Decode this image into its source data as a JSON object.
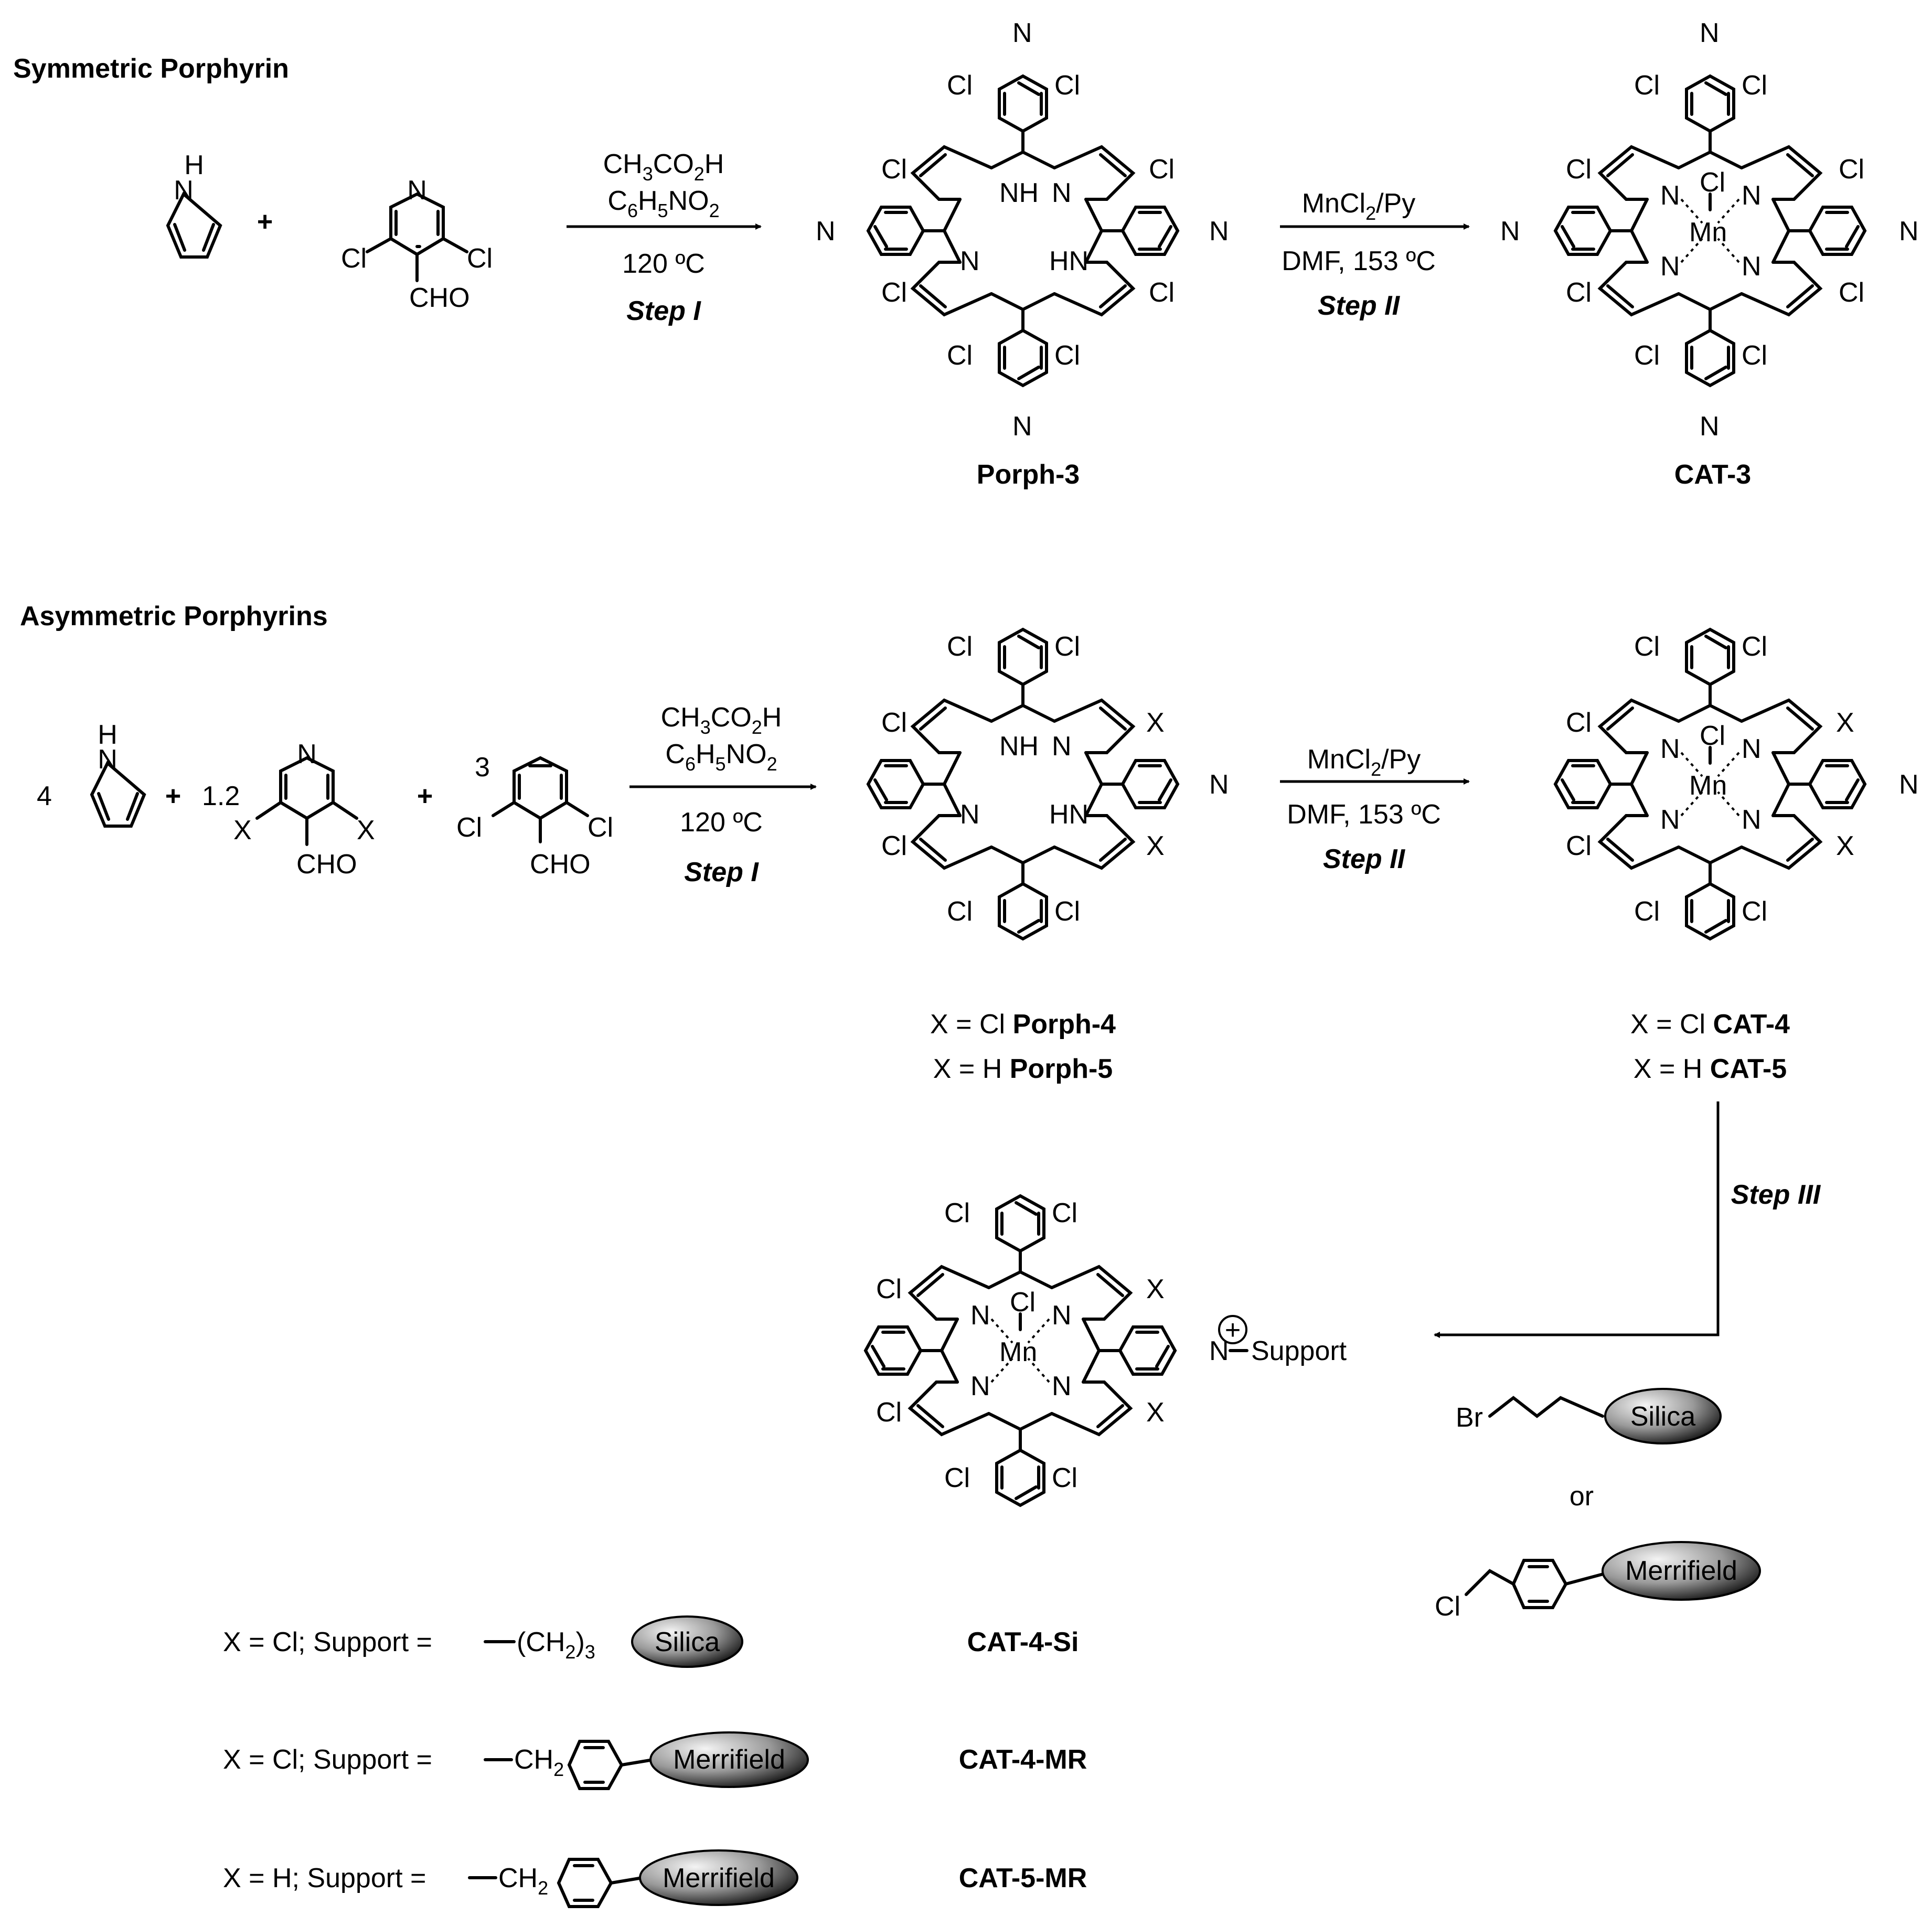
{
  "sections": {
    "symmetric": "Symmetric Porphyrin",
    "asymmetric": "Asymmetric Porphyrins"
  },
  "atoms": {
    "N": "N",
    "H": "H",
    "NH": "NH",
    "HN": "HN",
    "Cl": "Cl",
    "Mn": "Mn",
    "CHO": "CHO",
    "X": "X",
    "Br": "Br",
    "plus": "+"
  },
  "reagents": {
    "acid_main": "CH",
    "acid_sub": "3",
    "acid_tail": "CO",
    "acid_sub2": "2",
    "acid_end": "H",
    "nb_main": "C",
    "nb_sub1": "6",
    "nb_mid": "H",
    "nb_sub2": "5",
    "nb_tail": "NO",
    "nb_sub3": "2",
    "temp1": "120 ºC",
    "mn_main": "MnCl",
    "mn_sub": "2",
    "mn_tail": "/Py",
    "temp2": "DMF,  153 ºC",
    "eq_pyrrole": "4",
    "eq_pyald": "1.2",
    "eq_bzald": "3"
  },
  "steps": {
    "s1": "Step I",
    "s2": "Step II",
    "s3": "Step III"
  },
  "labels": {
    "porph3": "Porph-3",
    "cat3": "CAT-3",
    "porph4_pre": "X = Cl ",
    "porph4": "Porph-4",
    "porph5_pre": "X = H ",
    "porph5": "Porph-5",
    "cat4_pre": "X = Cl ",
    "cat4": "CAT-4",
    "cat5_pre": "X = H ",
    "cat5": "CAT-5",
    "support": "Support",
    "silica": "Silica",
    "merrifield": "Merrifield",
    "or": "or",
    "cat4si": "CAT-4-Si",
    "cat4mr": "CAT-4-MR",
    "cat5mr": "CAT-5-MR"
  },
  "footer": {
    "r1_pre": "X = Cl; Support = ",
    "r1_ch": "(CH",
    "r1_sub": "2",
    "r1_close": ")",
    "r1_sub2": "3",
    "r2_pre": "X = Cl; Support = ",
    "r2_ch": "CH",
    "r2_sub": "2",
    "r3_pre": "X = H; Support = ",
    "r3_ch": "CH",
    "r3_sub": "2"
  }
}
